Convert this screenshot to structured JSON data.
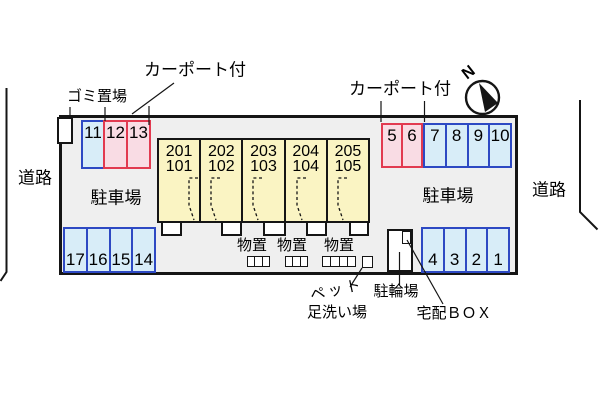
{
  "compass": {
    "label": "N"
  },
  "roads": {
    "left": "道路",
    "right": "道路"
  },
  "labels": {
    "carport_left": "カーポート付",
    "carport_right": "カーポート付",
    "garbage": "ゴミ置場",
    "parking_left": "駐車場",
    "parking_right": "駐車場",
    "storage_1": "物置",
    "storage_2": "物置",
    "storage_3": "物置",
    "bike_parking": "駐輪場",
    "delivery_box": "宅配ＢＯＸ",
    "pet_wash_line1": "ペット",
    "pet_wash_line2": "足洗い場"
  },
  "building": {
    "units": [
      {
        "upper": "201",
        "lower": "101"
      },
      {
        "upper": "202",
        "lower": "102"
      },
      {
        "upper": "203",
        "lower": "103"
      },
      {
        "upper": "204",
        "lower": "104"
      },
      {
        "upper": "205",
        "lower": "105"
      }
    ]
  },
  "parking": {
    "top_left": {
      "blue": [
        "11"
      ],
      "pink": [
        "12",
        "13"
      ]
    },
    "top_right": {
      "pink": [
        "5",
        "6"
      ],
      "blue": [
        "7",
        "8",
        "9",
        "10"
      ]
    },
    "bottom_left": [
      "17",
      "16",
      "15",
      "14"
    ],
    "bottom_right": [
      "4",
      "3",
      "2",
      "1"
    ]
  },
  "colors": {
    "site_fill": "#efefef",
    "building_fill": "#faf4c3",
    "blue_fill": "#d8edf8",
    "blue_border": "#2d49c3",
    "pink_fill": "#f9dce4",
    "pink_border": "#e23a50",
    "line_color": "#151515"
  }
}
